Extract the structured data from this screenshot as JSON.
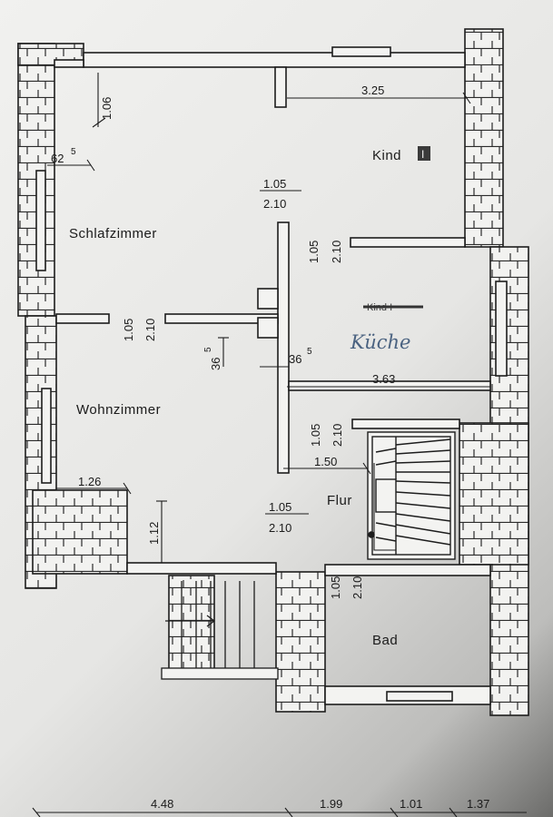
{
  "rooms": {
    "schlafzimmer": "Schlafzimmer",
    "wohnzimmer": "Wohnzimmer",
    "kind": "Kind",
    "kind_badge": "I",
    "kueche": "Küche",
    "kueche_struck": "Kind I",
    "flur": "Flur",
    "bad": "Bad"
  },
  "dimensions": {
    "d_106": "1.06",
    "d_62": "62",
    "d_62_sup": "5",
    "d_325": "3.25",
    "door1_w": "1.05",
    "door1_h": "2.10",
    "door2_w": "1.05",
    "door2_h": "2.10",
    "door3_w": "1.05",
    "door3_h": "2.10",
    "door4_w": "1.05",
    "door4_h": "2.10",
    "door5_w": "1.05",
    "door5_h": "2.10",
    "door6_w": "1.05",
    "door6_h": "2.10",
    "d_365a": "36",
    "d_365a_sup": "5",
    "d_365b": "36",
    "d_365b_sup": "5",
    "d_363": "3.63",
    "d_150": "1.50",
    "d_126": "1.26",
    "d_112": "1.12"
  },
  "bottom_dims": {
    "d1": "4.48",
    "d2": "1.99",
    "d3": "1.01",
    "d4": "1.37"
  }
}
